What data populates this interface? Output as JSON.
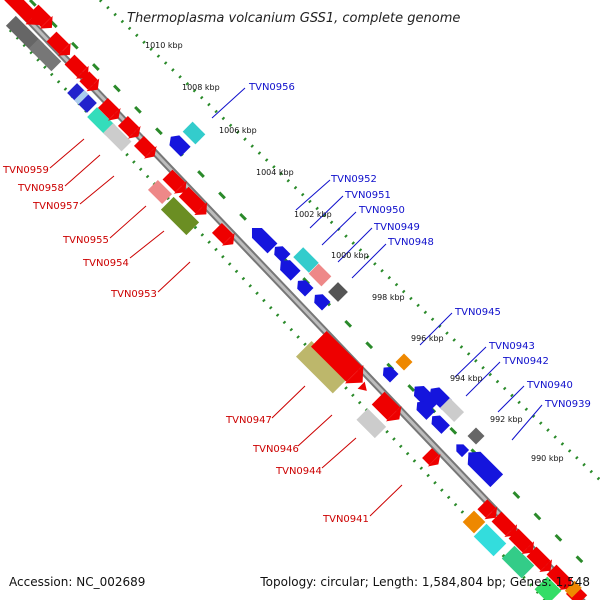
{
  "title": "Thermoplasma volcanium GSS1, complete genome",
  "footer": {
    "accession": "Accession: NC_002689",
    "summary": "Topology: circular; Length: 1,584,804 bp; Genes: 1,548"
  },
  "colors": {
    "forward": "#ff0000",
    "reverse": "#1010dd",
    "backbone": "#888888",
    "tick": "#2a8a2a",
    "fwd_label": "#cc0000",
    "rev_label": "#1010cc"
  },
  "scale_kbp": [
    "1010 kbp",
    "1008 kbp",
    "1006 kbp",
    "1004 kbp",
    "1002 kbp",
    "1000 kbp",
    "998 kbp",
    "996 kbp",
    "994 kbp",
    "992 kbp",
    "990 kbp"
  ],
  "reverse_labels": [
    "TVN0956",
    "TVN0952",
    "TVN0951",
    "TVN0950",
    "TVN0949",
    "TVN0948",
    "TVN0945",
    "TVN0943",
    "TVN0942",
    "TVN0940",
    "TVN0939"
  ],
  "forward_labels": [
    "TVN0959",
    "TVN0958",
    "TVN0957",
    "TVN0955",
    "TVN0954",
    "TVN0953",
    "TVN0947",
    "TVN0946",
    "TVN0944",
    "TVN0941"
  ]
}
